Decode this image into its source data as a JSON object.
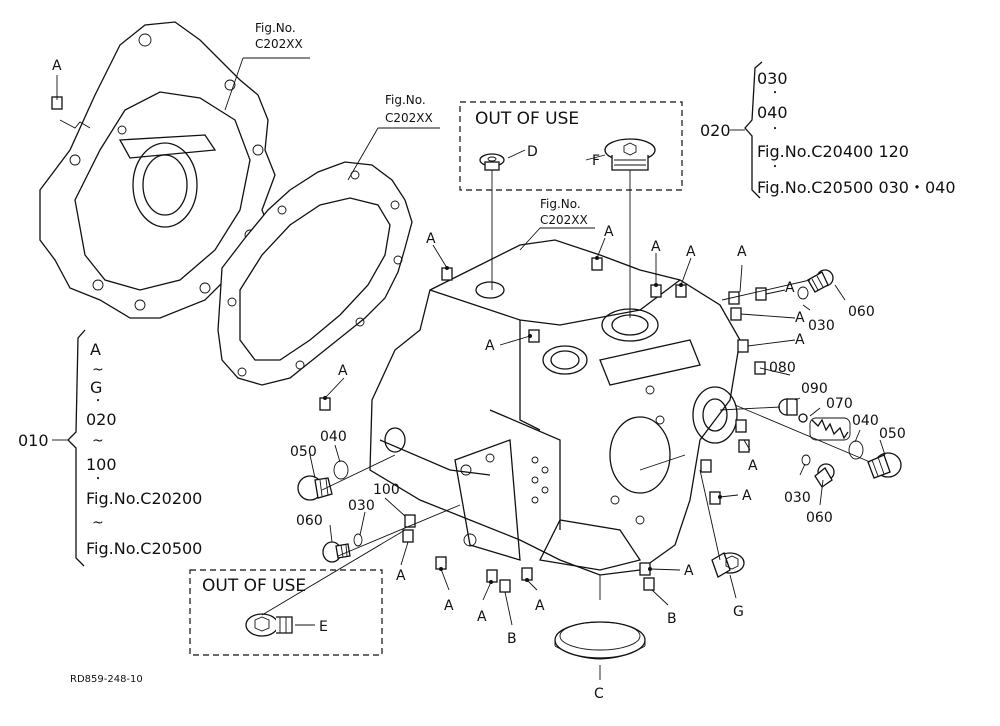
{
  "figure": {
    "drawing_id": "RD859-248-10",
    "out_of_use_label": "OUT OF USE",
    "ref_labels": {
      "fig_top": [
        "Fig.No.",
        "C202XX"
      ],
      "fig_gasket": [
        "Fig.No.",
        "C202XX"
      ],
      "fig_center": [
        "Fig.No.",
        "C202XX"
      ]
    },
    "group_020": {
      "number": "020",
      "lines": [
        "030",
        "・",
        "040",
        "・",
        "Fig.No.C20400  120",
        "・",
        "Fig.No.C20500  030・040"
      ]
    },
    "group_010": {
      "number": "010",
      "lines": [
        "A",
        "~",
        "G",
        "・",
        "020",
        "~",
        "100",
        "・",
        "Fig.No.C20200",
        "~",
        "Fig.No.C20500"
      ]
    },
    "callouts": {
      "A": "A",
      "B": "B",
      "C": "C",
      "D": "D",
      "E": "E",
      "F": "F",
      "G": "G",
      "p030": "030",
      "p040": "040",
      "p050": "050",
      "p060": "060",
      "p070": "070",
      "p080": "080",
      "p090": "090",
      "p100": "100"
    }
  }
}
